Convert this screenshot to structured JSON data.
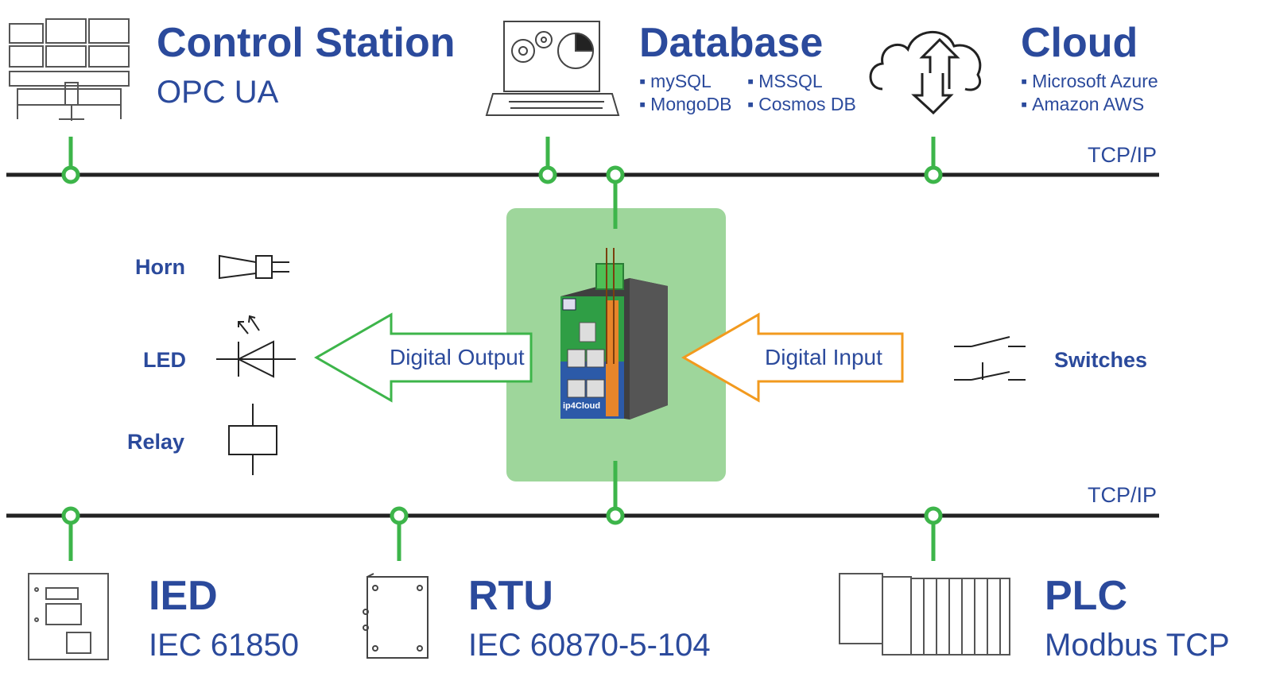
{
  "colors": {
    "accent_green": "#3db54a",
    "text_blue": "#2b4a9c",
    "orange": "#f29a1e",
    "device_bg": "#9ed69b",
    "bus_line": "#222222"
  },
  "top": {
    "control_station": {
      "title": "Control Station",
      "subtitle": "OPC UA",
      "icon": "control-room-icon"
    },
    "database": {
      "title": "Database",
      "items": [
        "mySQL",
        "MSSQL",
        "MongoDB",
        "Cosmos DB"
      ],
      "icon": "laptop-icon"
    },
    "cloud": {
      "title": "Cloud",
      "items": [
        "Microsoft Azure",
        "Amazon AWS"
      ],
      "icon": "cloud-icon"
    }
  },
  "bus": {
    "top_label": "TCP/IP",
    "bottom_label": "TCP/IP"
  },
  "device": {
    "name": "ip4Cloud"
  },
  "outputs": {
    "arrow_label": "Digital Output",
    "items": [
      {
        "label": "Horn",
        "icon": "horn-icon"
      },
      {
        "label": "LED",
        "icon": "led-icon"
      },
      {
        "label": "Relay",
        "icon": "relay-icon"
      }
    ]
  },
  "inputs": {
    "arrow_label": "Digital Input",
    "items": [
      {
        "label": "Switches",
        "icon": "switches-icon"
      }
    ]
  },
  "bottom": {
    "ied": {
      "title": "IED",
      "subtitle": "IEC 61850",
      "icon": "ied-icon"
    },
    "rtu": {
      "title": "RTU",
      "subtitle": "IEC 60870-5-104",
      "icon": "rtu-icon"
    },
    "plc": {
      "title": "PLC",
      "subtitle": "Modbus TCP",
      "icon": "plc-icon"
    }
  }
}
